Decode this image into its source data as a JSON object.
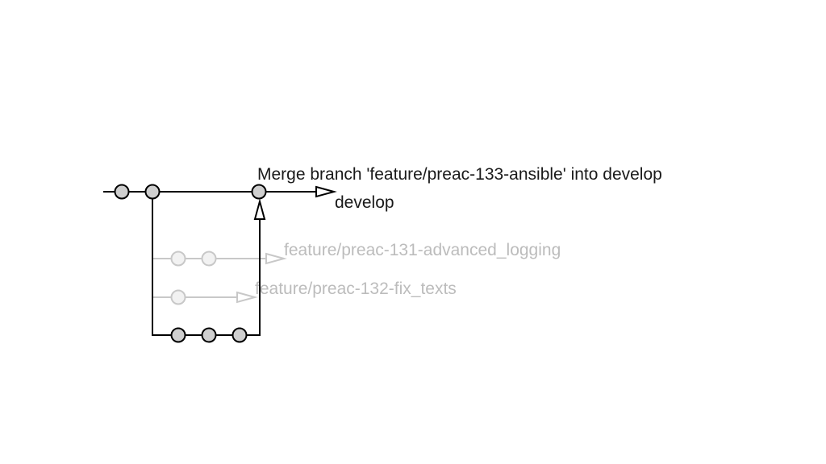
{
  "diagram": {
    "merge_message": "Merge branch 'feature/preac-133-ansible' into develop",
    "branches": {
      "develop": "develop",
      "advanced_logging": "feature/preac-131-advanced_logging",
      "fix_texts": "feature/preac-132-fix_texts"
    },
    "colors": {
      "active_line": "#000000",
      "faded_line": "#c8c8c8",
      "commit_fill": "#cfcfcf",
      "faded_commit_fill": "#f2f2f2",
      "active_text": "#1a1a1a",
      "faded_text": "#bcbcbc"
    },
    "commit_counts": {
      "develop": 3,
      "advanced_logging": 2,
      "fix_texts": 1,
      "ansible": 3
    }
  }
}
